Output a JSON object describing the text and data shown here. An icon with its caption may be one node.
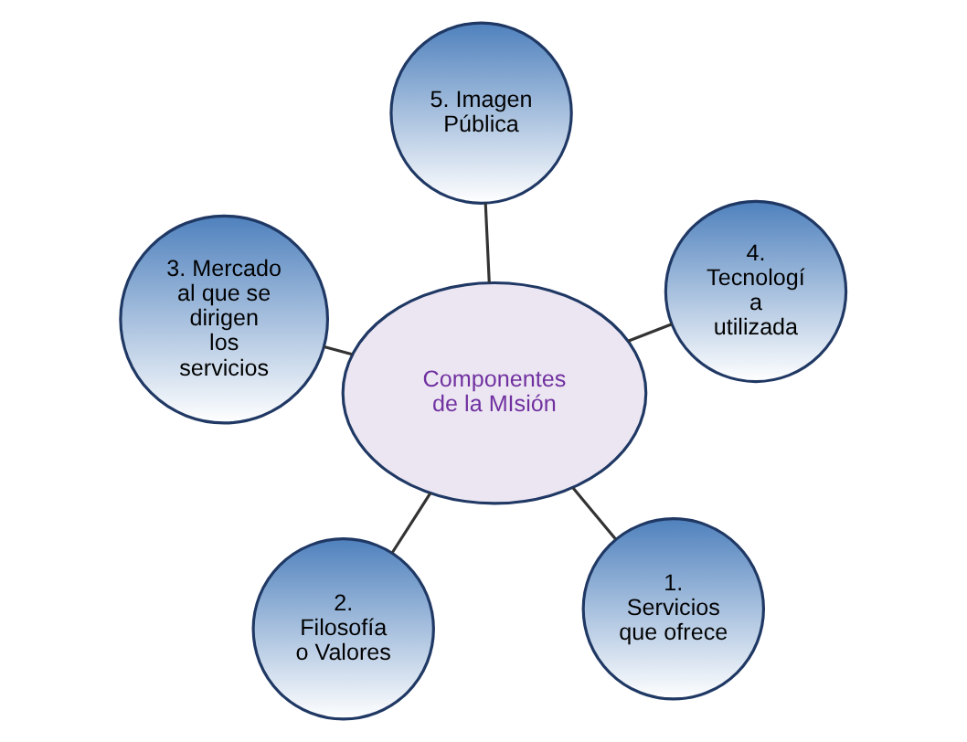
{
  "diagram": {
    "nodes": [
      {
        "text": [
          "Componentes de la MIsión"
        ]
      },
      {
        "text": [
          "1. Servicios que ofrece"
        ]
      },
      {
        "text": [
          "2. Filosofía o Valores"
        ]
      },
      {
        "text": [
          "3. Mercado al que se dirigen los servicios"
        ]
      },
      {
        "text": [
          "4. Tecnologí a utilizada"
        ]
      },
      {
        "text": [
          "5. Imagen Pública"
        ]
      }
    ],
    "edges": [
      {
        "from": 0,
        "to": 1,
        "arrow": "none"
      },
      {
        "from": 0,
        "to": 2,
        "arrow": "none"
      },
      {
        "from": 0,
        "to": 3,
        "arrow": "none"
      },
      {
        "from": 0,
        "to": 4,
        "arrow": "none"
      },
      {
        "from": 0,
        "to": 5,
        "arrow": "none"
      }
    ]
  }
}
